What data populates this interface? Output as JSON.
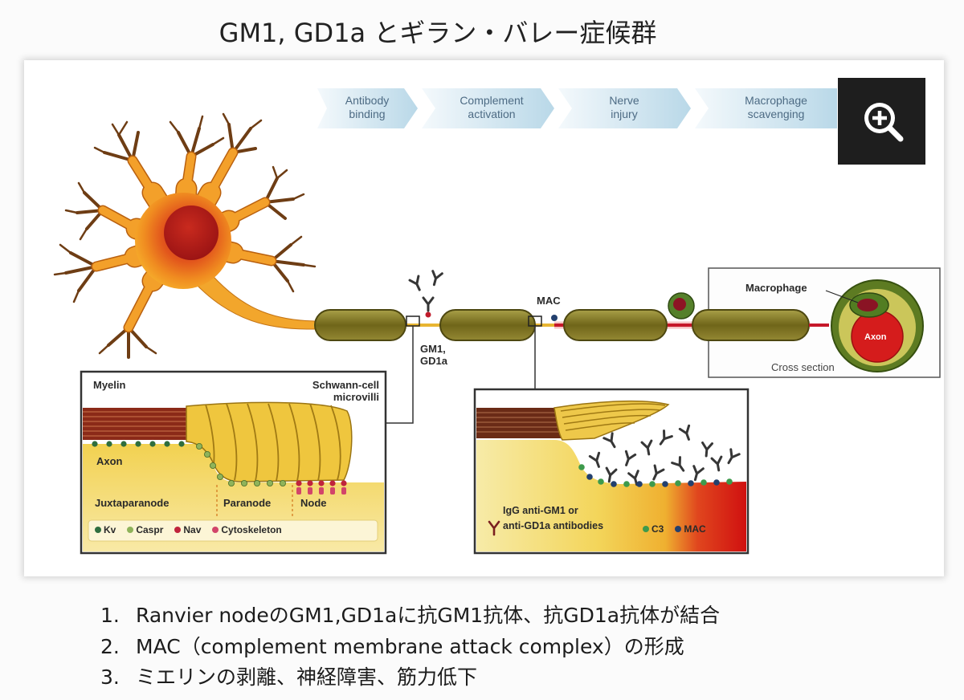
{
  "title": "GM1, GD1a とギラン・バレー症候群",
  "figure": {
    "steps": [
      {
        "label": "Antibody\nbinding"
      },
      {
        "label": "Complement\nactivation"
      },
      {
        "label": "Nerve\ninjury"
      },
      {
        "label": "Macrophage\nscavenging"
      }
    ],
    "zoom_icon": "magnifier-plus-icon",
    "node_label": "GM1,\nGD1a",
    "mac_label": "MAC",
    "cross_section": {
      "macrophage_label": "Macrophage",
      "axon_label": "Axon",
      "caption": "Cross section"
    },
    "normal_node_inset": {
      "myelin_label": "Myelin",
      "microvilli_label": "Schwann-cell\nmicrovilli",
      "axon_label": "Axon",
      "regions": [
        "Juxtaparanode",
        "Paranode",
        "Node"
      ],
      "legend": [
        {
          "label": "Kv",
          "color": "#2f6e3e"
        },
        {
          "label": "Caspr",
          "color": "#8fb35a"
        },
        {
          "label": "Nav",
          "color": "#c0243c"
        },
        {
          "label": "Cytoskeleton",
          "color": "#d2456a"
        }
      ]
    },
    "damaged_node_inset": {
      "antibody_label": "IgG anti-GM1 or\nanti-GD1a antibodies",
      "legend": [
        {
          "label": "C3",
          "color": "#3d9a4c"
        },
        {
          "label": "MAC",
          "color": "#23406e"
        }
      ]
    }
  },
  "points": [
    {
      "number": "1.",
      "text": "Ranvier nodeのGM1,GD1aに抗GM1抗体、抗GD1a抗体が結合"
    },
    {
      "number": "2.",
      "text": "MAC（complement membrane attack complex）の形成"
    },
    {
      "number": "3.",
      "text": "ミエリンの剥離、神経障害、筋力低下"
    }
  ]
}
